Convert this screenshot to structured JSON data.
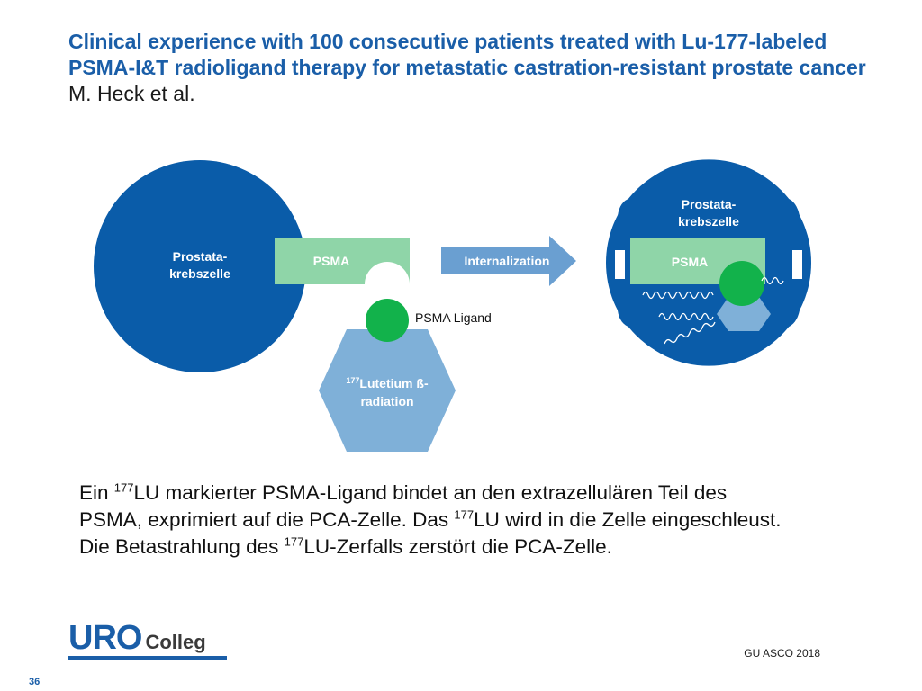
{
  "slide": {
    "title_bold": "Clinical experience with 100 consecutive patients treated with Lu-177-labeled PSMA-I&T radioligand therapy for metastatic castration-resistant prostate cancer",
    "title_author": "M. Heck et al."
  },
  "diagram": {
    "left_cell": {
      "line1": "Prostata-",
      "line2": "krebszelle"
    },
    "psma_left": "PSMA",
    "arrow_label": "Internalization",
    "ligand_label": "PSMA Ligand",
    "lutetium": {
      "sup": "177",
      "line1_text": "Lutetium ß-",
      "line2": "radiation"
    },
    "right_cell": {
      "line1": "Prostata-",
      "line2": "krebszelle"
    },
    "psma_right": "PSMA"
  },
  "body": {
    "l1_a": "Ein ",
    "l1_sup": "177",
    "l1_b": "LU markierter PSMA-Ligand bindet an den extrazellulären Teil des",
    "l2_a": "PSMA, exprimiert auf die PCA-Zelle. Das ",
    "l2_sup": "177",
    "l2_b": "LU wird in die Zelle eingeschleust.",
    "l3_a": "Die Betastrahlung des ",
    "l3_sup": "177",
    "l3_b": "LU-Zerfalls zerstört die PCA-Zelle."
  },
  "logo": {
    "uro": "URO",
    "colleg": "Colleg"
  },
  "source": "GU ASCO 2018",
  "page_number": "36",
  "colors": {
    "title_blue": "#1a5ea8",
    "cell_blue": "#0a5ca9",
    "psma_green": "#8fd5a8",
    "ligand_green": "#12b24b",
    "lutetium_blue": "#7fb0d8",
    "arrow_blue": "#6a9fd1"
  }
}
